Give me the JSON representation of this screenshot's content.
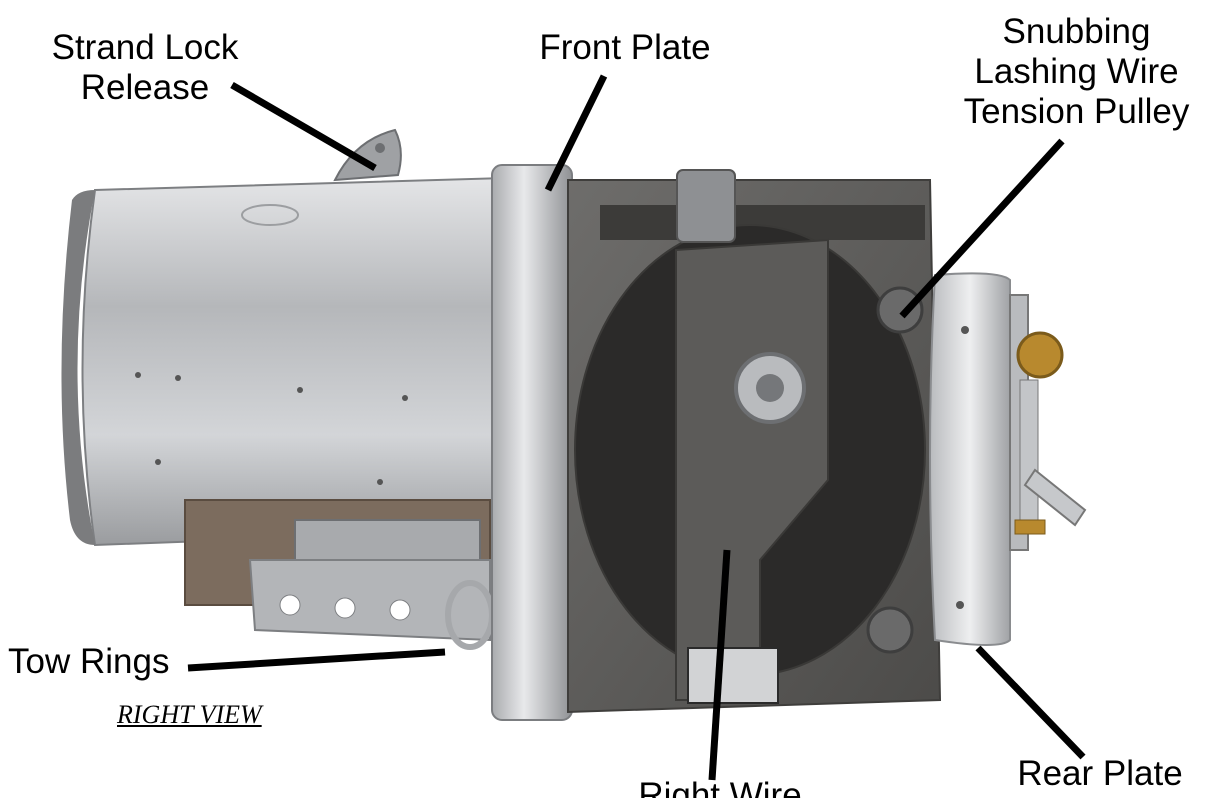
{
  "labels": {
    "strand_lock_release": [
      "Strand Lock",
      "Release"
    ],
    "front_plate": "Front Plate",
    "snubbing_tension_pulley": [
      "Snubbing",
      "Lashing Wire",
      "Tension Pulley"
    ],
    "tow_rings": "Tow Rings",
    "rear_plate": "Rear Plate",
    "right_wire": "Right Wire"
  },
  "view_caption": "RIGHT VIEW",
  "colors": {
    "label_text": "#000000",
    "leader_line": "#000000",
    "background": "#ffffff",
    "cast_body": "#5f5e5c",
    "aluminum": "#c9cacc",
    "brass": "#b8892e"
  }
}
